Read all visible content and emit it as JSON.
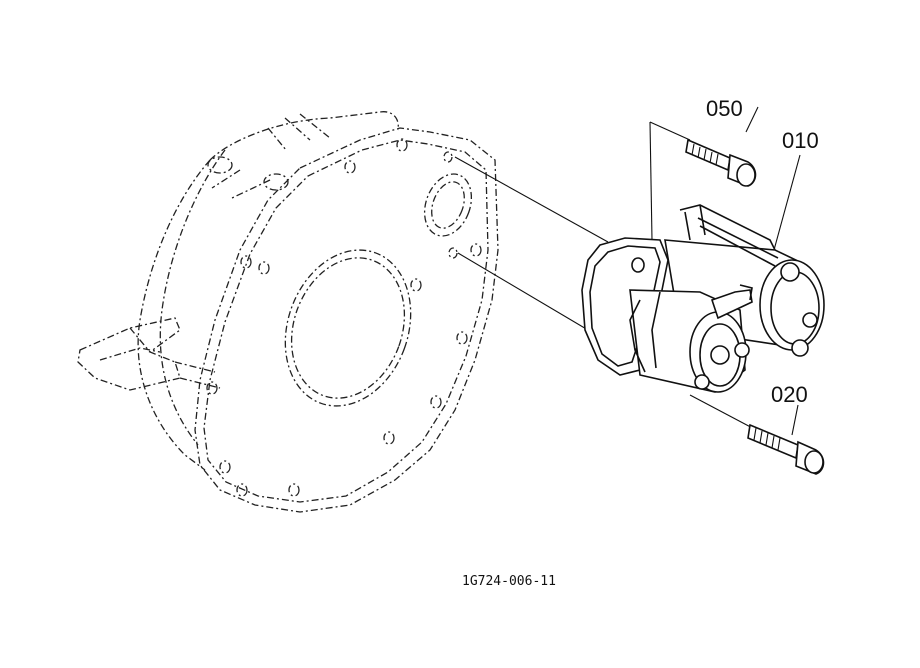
{
  "diagram": {
    "callouts": {
      "part_050": "050",
      "part_010": "010",
      "part_020": "020"
    },
    "figure_code": "1G724-006-11"
  },
  "colors": {
    "line": "#111111",
    "background": "#ffffff"
  }
}
